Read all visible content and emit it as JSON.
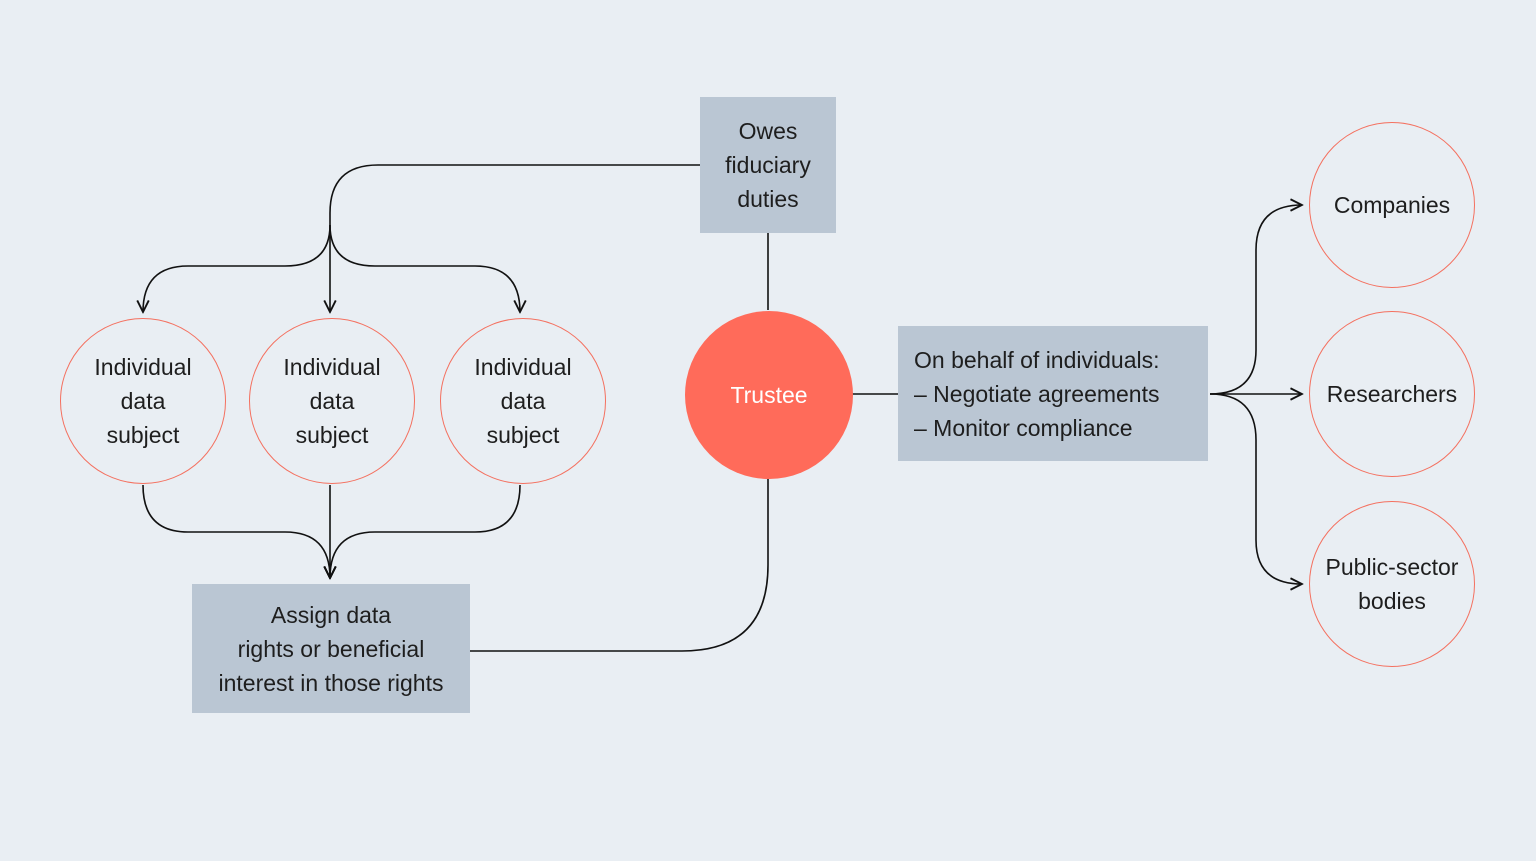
{
  "fiduciary": {
    "lines": [
      "Owes",
      "fiduciary",
      "duties"
    ]
  },
  "subjects": [
    {
      "lines": [
        "Individual",
        "data",
        "subject"
      ]
    },
    {
      "lines": [
        "Individual",
        "data",
        "subject"
      ]
    },
    {
      "lines": [
        "Individual",
        "data",
        "subject"
      ]
    }
  ],
  "trustee": {
    "label": "Trustee"
  },
  "assign": {
    "lines": [
      "Assign data",
      "rights or beneficial",
      "interest in those rights"
    ]
  },
  "behalf": {
    "lines": [
      "On behalf of individuals:",
      "– Negotiate agreements",
      "– Monitor compliance"
    ]
  },
  "recipients": [
    {
      "lines": [
        "Companies"
      ]
    },
    {
      "lines": [
        "Researchers"
      ]
    },
    {
      "lines": [
        "Public-sector",
        "bodies"
      ]
    }
  ],
  "colors": {
    "background": "#e9eef3",
    "box": "#bac6d3",
    "accent": "#ff6b5a"
  }
}
